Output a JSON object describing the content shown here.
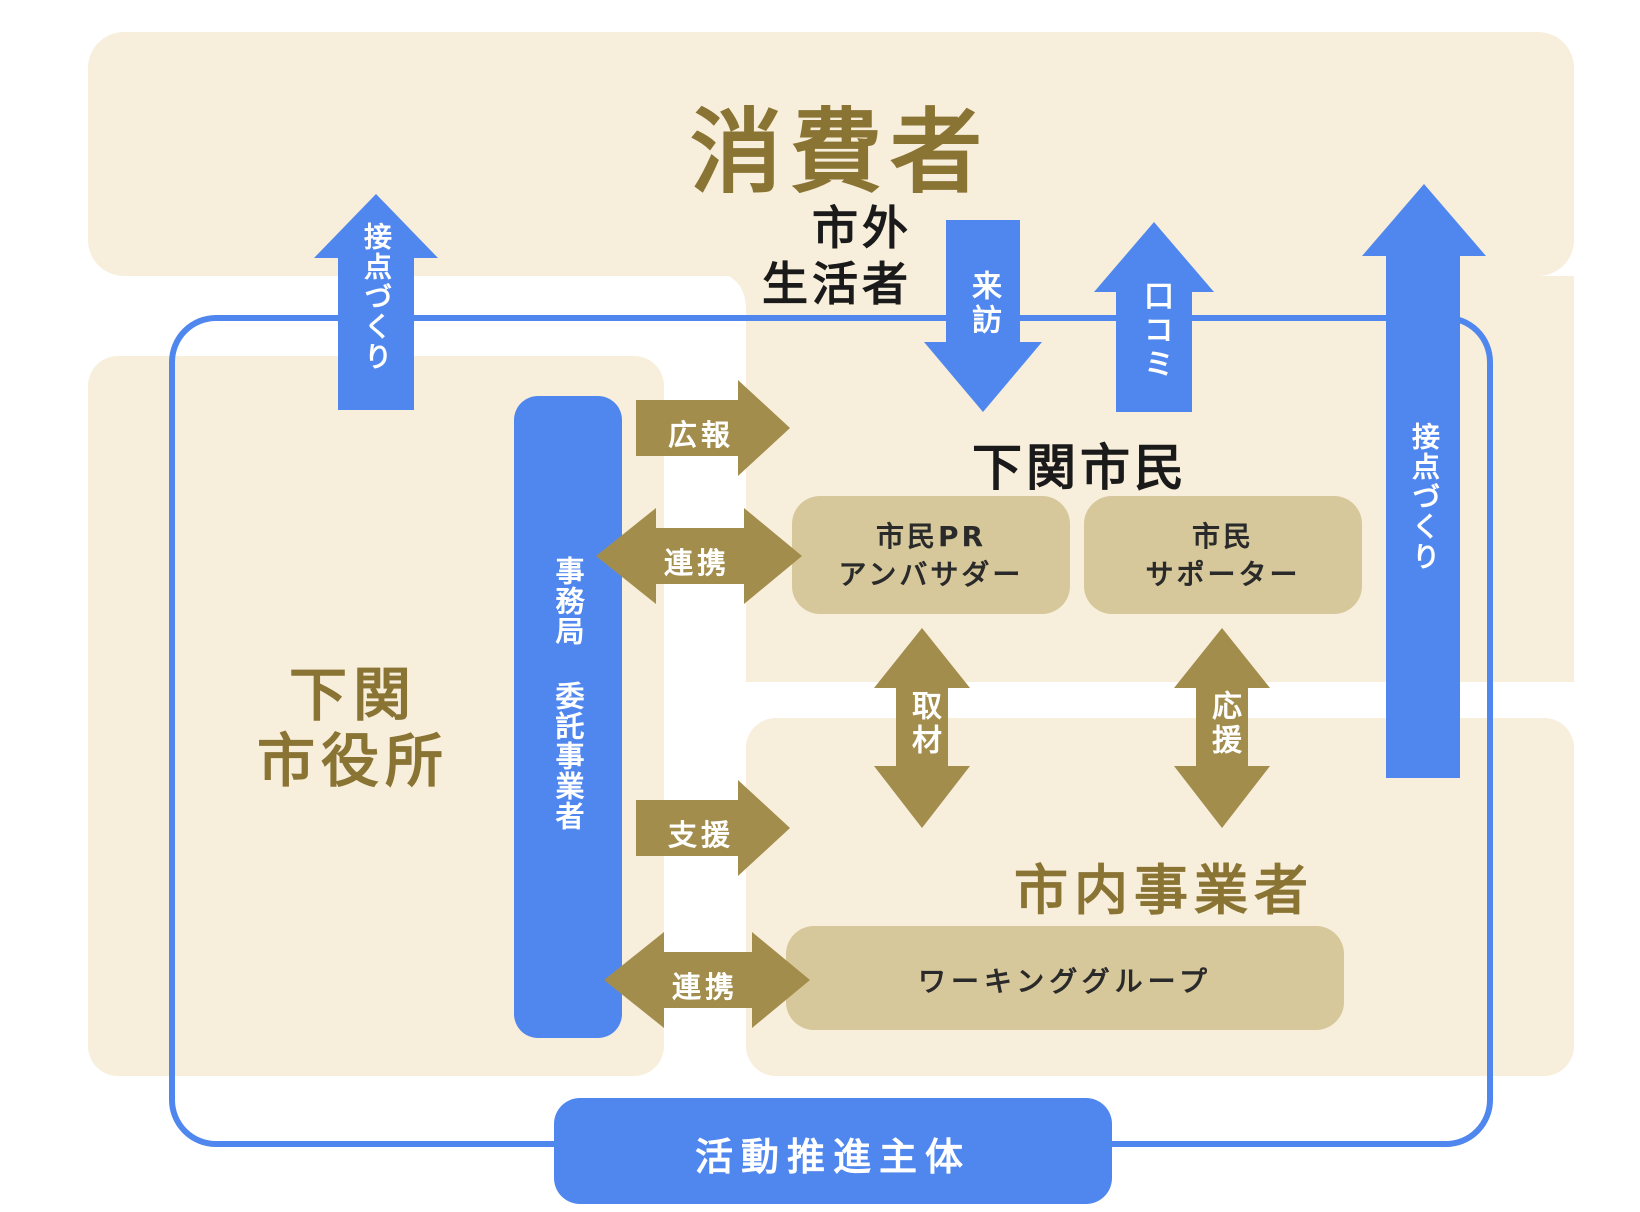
{
  "regions": {
    "consumers": "消費者",
    "outside_residents": "市外\n生活者",
    "city_office": "下関\n市役所",
    "citizens": "下関市民",
    "businesses": "市内事業者"
  },
  "boxes": {
    "ambassador": "市民PR\nアンバサダー",
    "supporter": "市民\nサポーター",
    "working_group": "ワーキンググループ",
    "secretariat": "事務局 委託事業者",
    "promoter": "活動推進主体"
  },
  "arrows": {
    "touchpoint_left": "接点づくり",
    "touchpoint_right": "接点づくり",
    "visit": "来訪",
    "word_of_mouth": "口コミ",
    "pr": "広報",
    "collab_top": "連携",
    "support": "支援",
    "collab_bottom": "連携",
    "interview": "取材",
    "cheer": "応援"
  },
  "colors": {
    "region_fill": "#f7eedb",
    "gold_box": "#d6c89a",
    "gold_arrow": "#a38d4d",
    "gold_text": "#8a7434",
    "blue": "#5087ee"
  }
}
